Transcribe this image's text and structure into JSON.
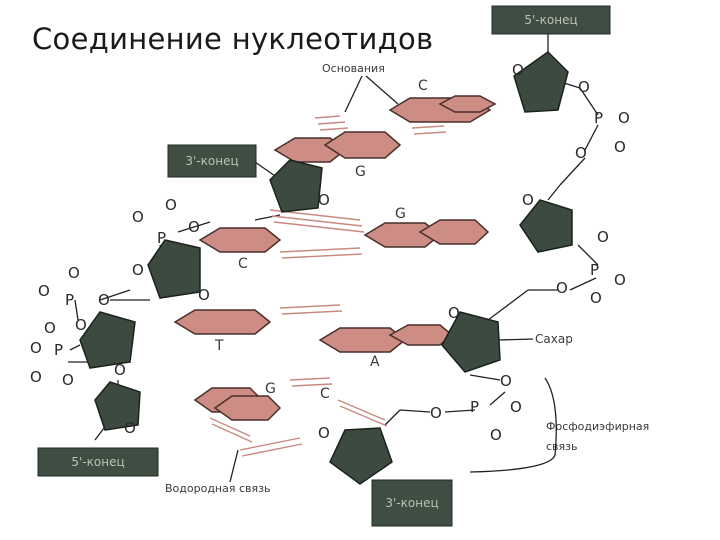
{
  "title": "Соединение нуклеотидов",
  "labels": {
    "bases": "Основания",
    "sugar": "Сахар",
    "phosphodiester": "Фосфодиэфирная",
    "bond_word": "связь",
    "hydrogen_bond": "Водородная связь"
  },
  "end_labels": {
    "top_right": "5'-конец",
    "upper_left": "3'-конец",
    "bottom_left": "5'-конец",
    "bottom_center": "3'-конец"
  },
  "bases": {
    "c1": "C",
    "g1": "G",
    "g2": "G",
    "c2": "C",
    "t": "T",
    "a": "A",
    "g3": "G",
    "c3": "C"
  },
  "atoms": {
    "O": "O",
    "P": "P"
  },
  "colors": {
    "sugar": "#3d4a3f",
    "base": "#cd8c84",
    "end_box": "#3f4d42",
    "hbond": "#c98a80"
  }
}
